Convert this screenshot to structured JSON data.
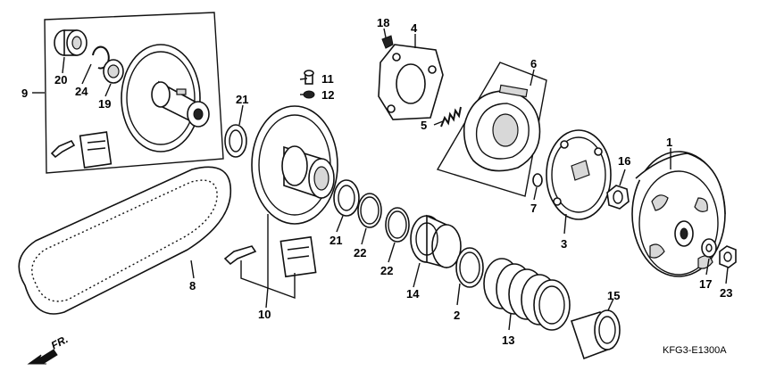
{
  "diagram_code": "KFG3-E1300A",
  "direction_label": "FR.",
  "callouts": [
    {
      "id": "c1",
      "text": "1"
    },
    {
      "id": "c2",
      "text": "2"
    },
    {
      "id": "c3",
      "text": "3"
    },
    {
      "id": "c4",
      "text": "4"
    },
    {
      "id": "c5",
      "text": "5"
    },
    {
      "id": "c6",
      "text": "6"
    },
    {
      "id": "c7",
      "text": "7"
    },
    {
      "id": "c8",
      "text": "8"
    },
    {
      "id": "c9",
      "text": "9"
    },
    {
      "id": "c10",
      "text": "10"
    },
    {
      "id": "c11",
      "text": "11"
    },
    {
      "id": "c12",
      "text": "12"
    },
    {
      "id": "c13",
      "text": "13"
    },
    {
      "id": "c14",
      "text": "14"
    },
    {
      "id": "c15",
      "text": "15"
    },
    {
      "id": "c16",
      "text": "16"
    },
    {
      "id": "c17",
      "text": "17"
    },
    {
      "id": "c18",
      "text": "18"
    },
    {
      "id": "c19",
      "text": "19"
    },
    {
      "id": "c20",
      "text": "20"
    },
    {
      "id": "c21a",
      "text": "21"
    },
    {
      "id": "c21b",
      "text": "21"
    },
    {
      "id": "c22a",
      "text": "22"
    },
    {
      "id": "c22b",
      "text": "22"
    },
    {
      "id": "c23",
      "text": "23"
    },
    {
      "id": "c24",
      "text": "24"
    }
  ]
}
